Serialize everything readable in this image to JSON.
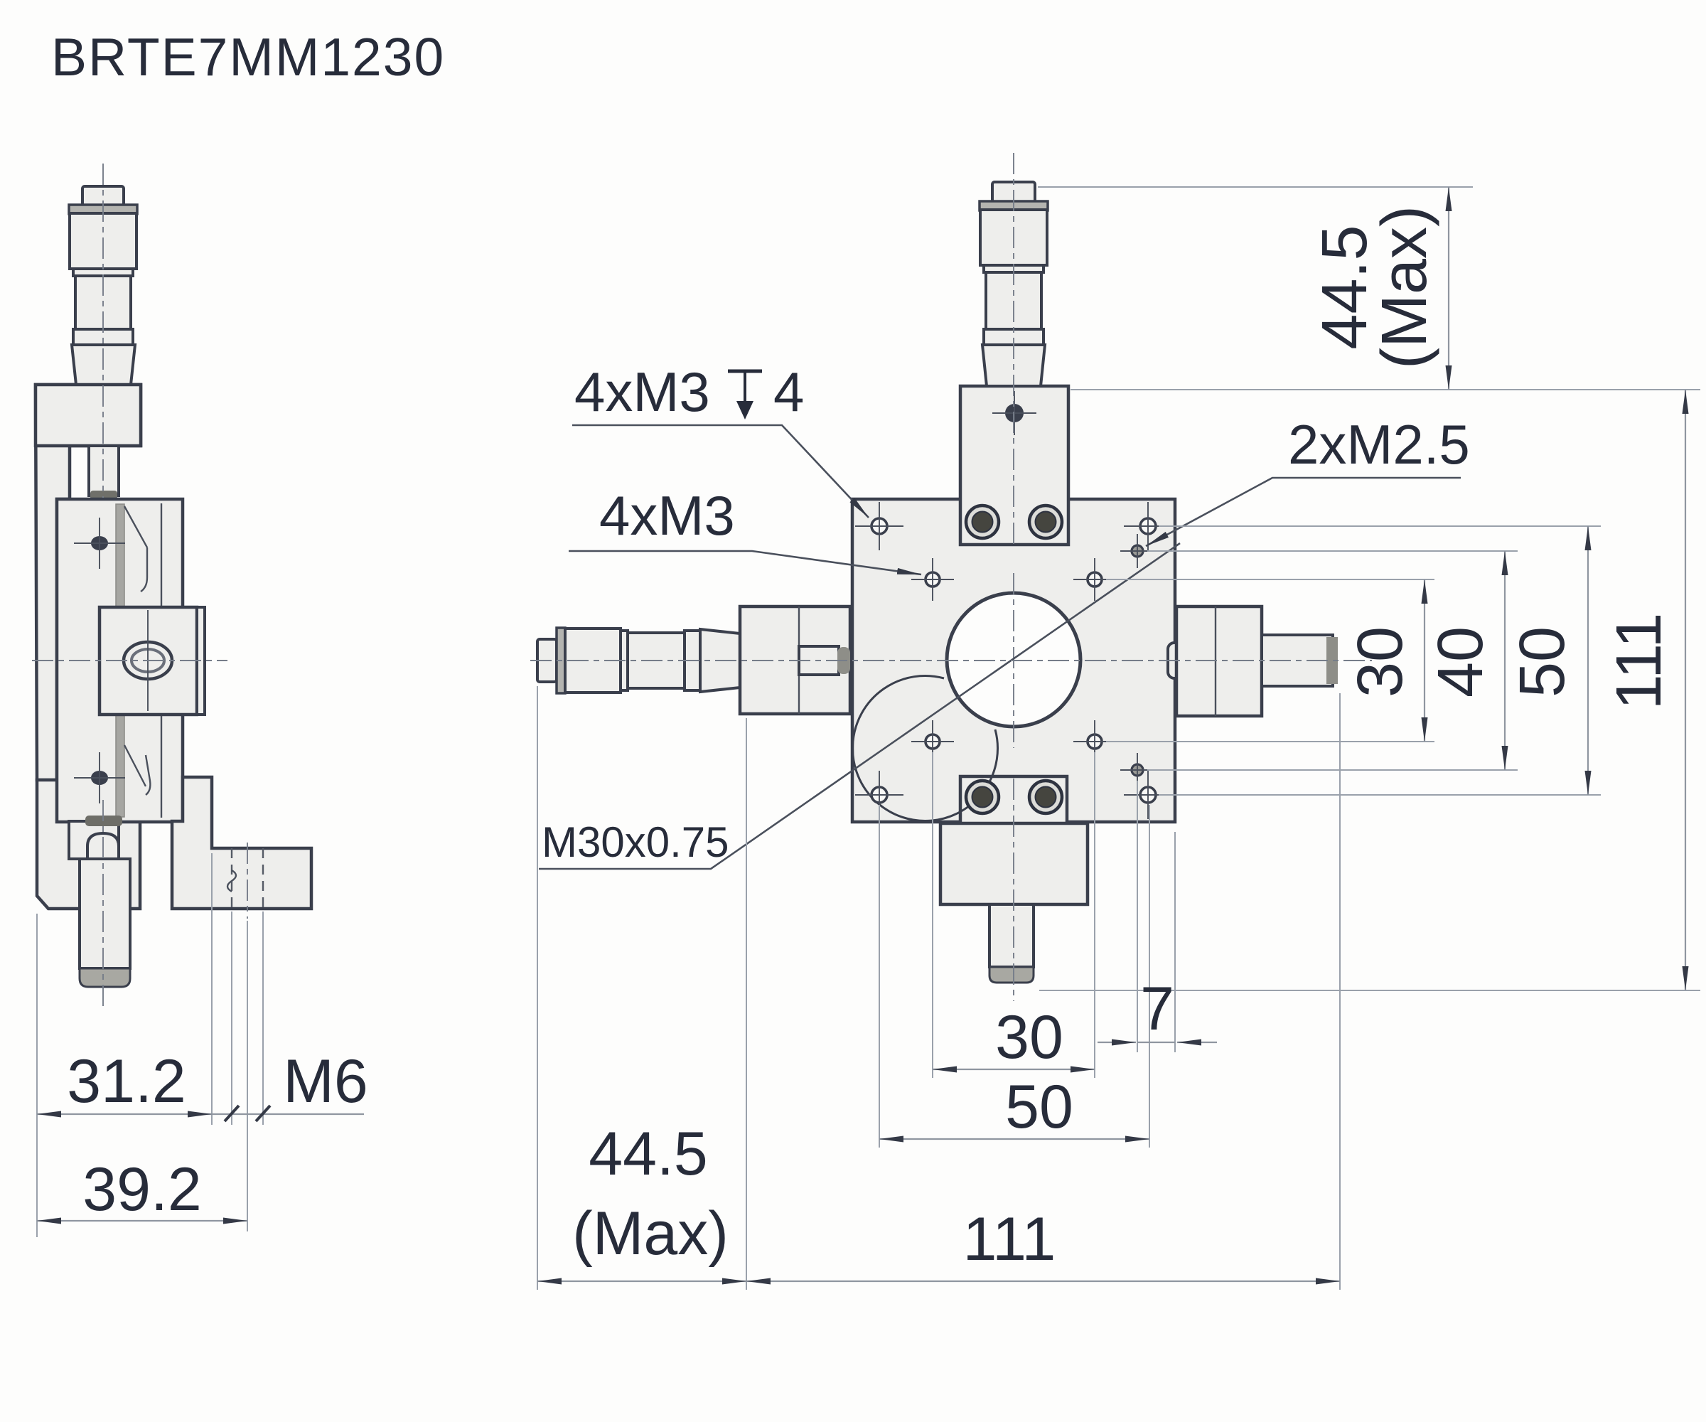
{
  "title": "BRTE7MM1230",
  "left_view": {
    "dim_inner_width": "31.2",
    "dim_overall_width": "39.2",
    "thread_label": "M6"
  },
  "right_view": {
    "label_corner_holes": "4xM3",
    "label_corner_depth": "4",
    "label_inner_holes": "4xM3",
    "label_side_holes": "2xM2.5",
    "label_center_thread": "M30x0.75",
    "dim_height_travel": "44.5",
    "dim_height_travel_max": "(Max)",
    "dim_v_inner": "30",
    "dim_v_side": "40",
    "dim_v_corner": "50",
    "dim_v_overall": "111",
    "dim_h_inner": "30",
    "dim_h_corner": "50",
    "dim_h_edge_offset": "7",
    "dim_h_overall": "111",
    "dim_width_travel": "44.5",
    "dim_width_travel_max": "(Max)"
  },
  "colors": {
    "line": "#3a3f4c",
    "dimension": "#8f96a0",
    "fill_metal": "#eeeeec",
    "fill_dark": "#b4b4b0",
    "background": "#fdfdfc"
  }
}
